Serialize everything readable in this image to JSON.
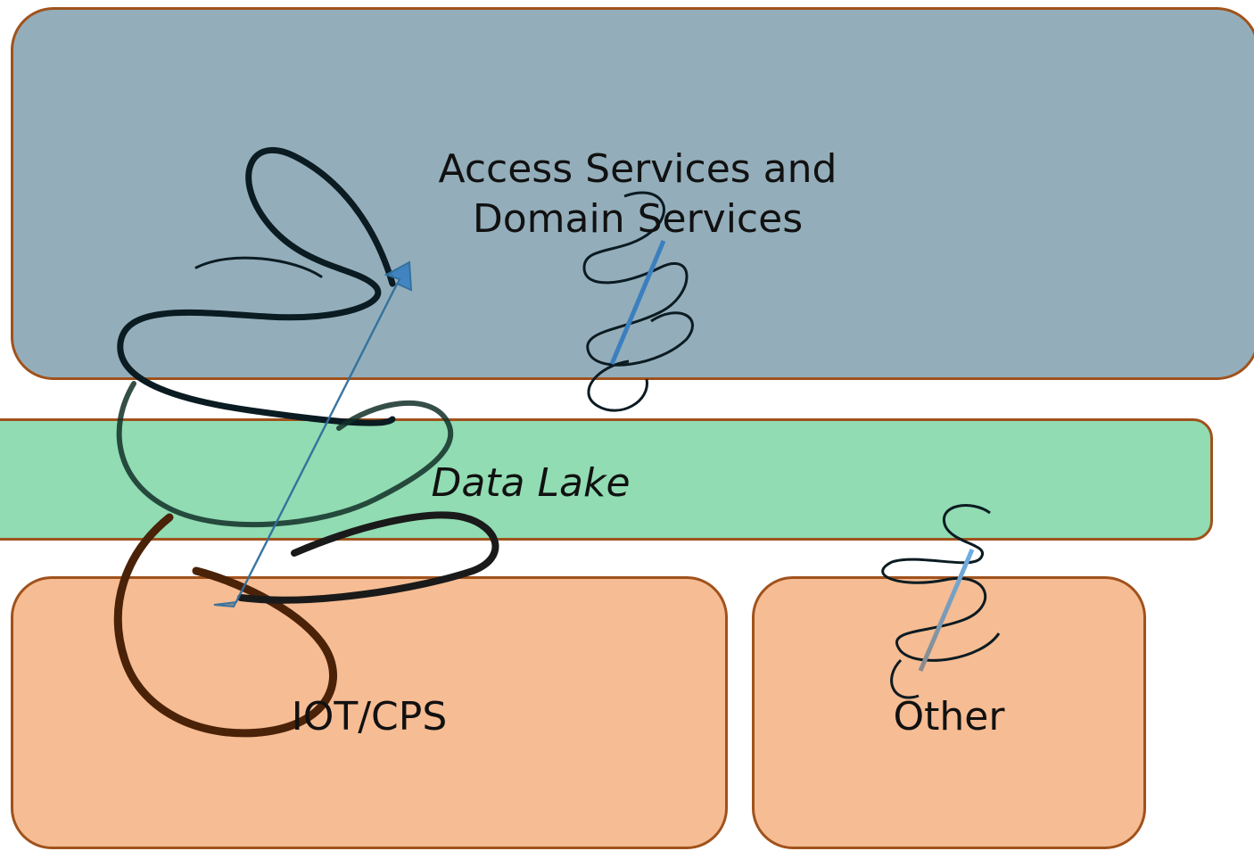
{
  "layers": {
    "access": {
      "line1": "Access Services and",
      "line2": "Domain Services"
    },
    "data_lake": {
      "label": "Data Lake"
    },
    "iot": {
      "label": "IOT/CPS"
    },
    "other": {
      "label": "Other"
    }
  },
  "colors": {
    "access_fill": "#93aeba",
    "data_lake_fill": "#91dcb2",
    "source_fill": "#f6bc93",
    "border": "#a0521c",
    "arrow": "#4a8fd6",
    "swirl": "#0d1f26"
  }
}
